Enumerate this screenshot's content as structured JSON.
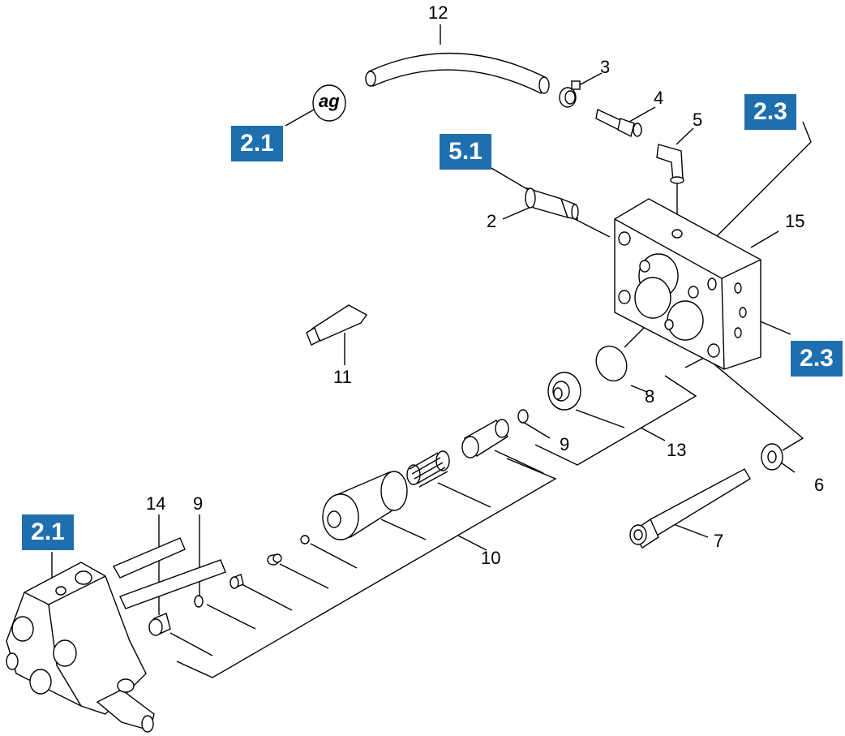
{
  "badges": {
    "ref_2_1_top": "2.1",
    "ref_5_1": "5.1",
    "ref_2_3_top": "2.3",
    "ref_2_3_right": "2.3",
    "ref_2_1_left": "2.1"
  },
  "ag_logo": "ag",
  "callouts": {
    "p2": "2",
    "p3": "3",
    "p4": "4",
    "p5": "5",
    "p6": "6",
    "p7": "7",
    "p8": "8",
    "p9a": "9",
    "p9b": "9",
    "p10": "10",
    "p11": "11",
    "p12": "12",
    "p13": "13",
    "p14": "14",
    "p15": "15"
  },
  "colors": {
    "badge": "#1e6fb0",
    "line": "#000000",
    "part_fill": "#ffffff"
  }
}
